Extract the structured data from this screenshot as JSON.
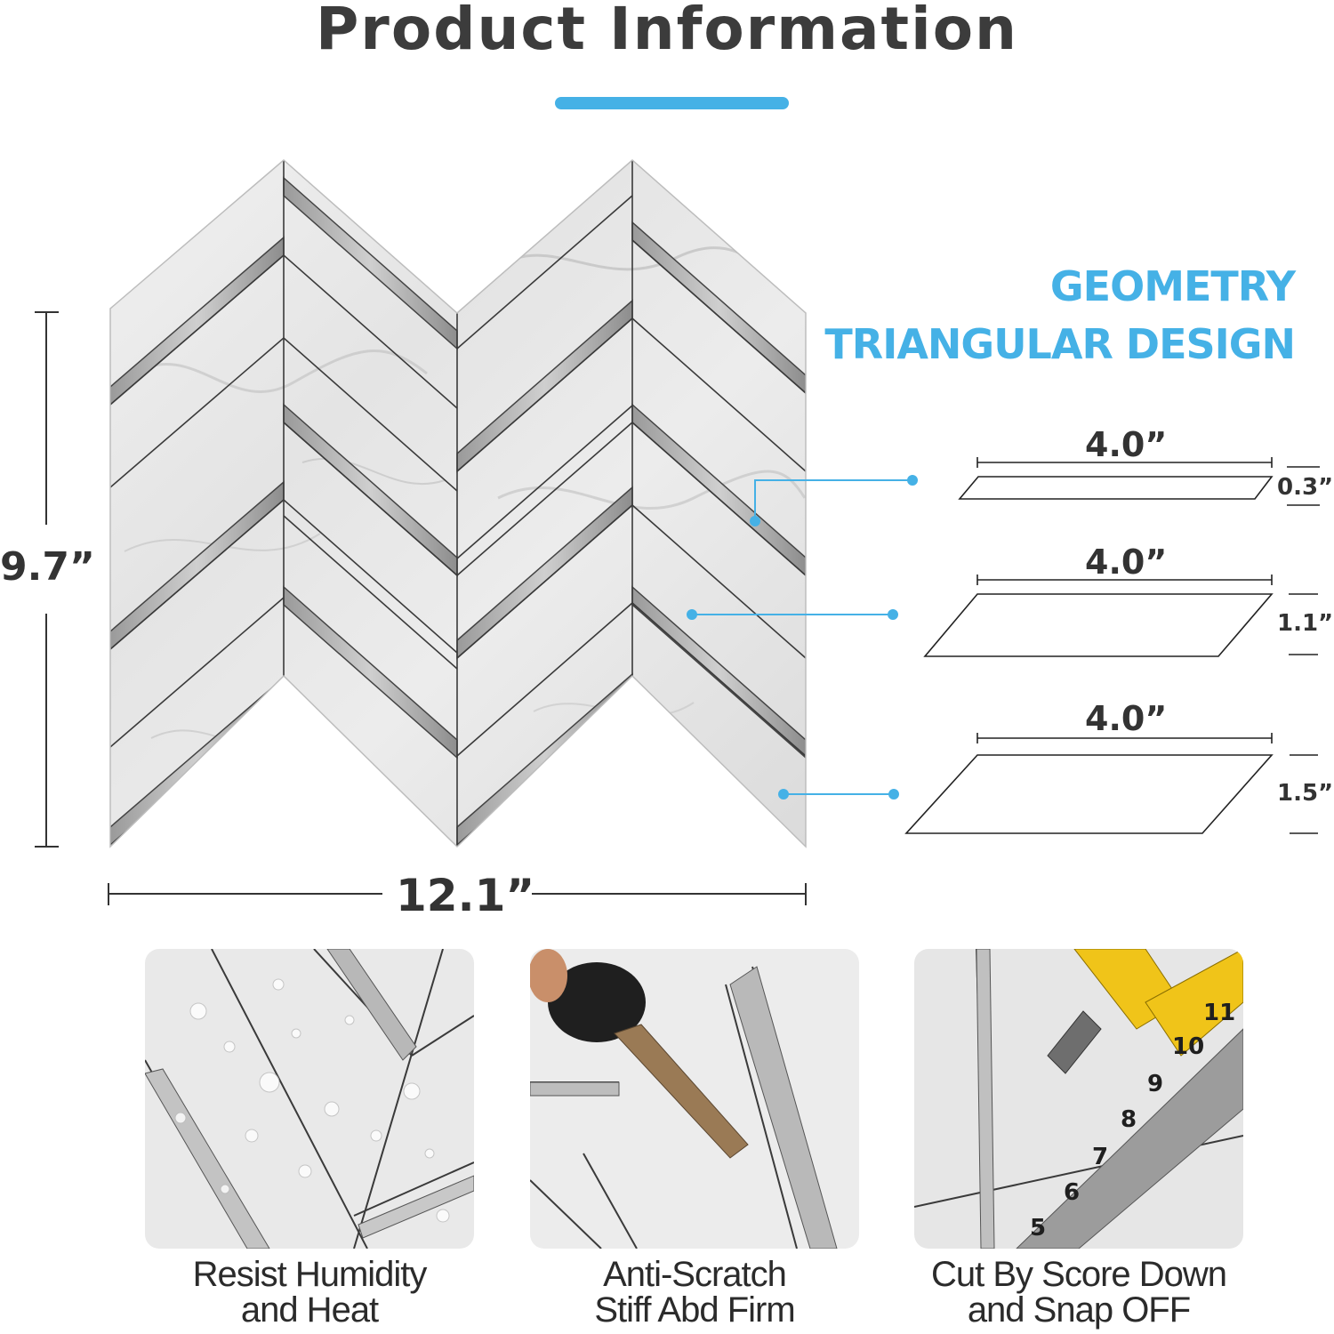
{
  "header": {
    "title": "Product Information",
    "accent_color": "#45b1e6"
  },
  "headline": {
    "line1": "GEOMETRY",
    "line2": "TRIANGULAR DESIGN"
  },
  "tile": {
    "height_label": "9.7”",
    "width_label": "12.1”"
  },
  "pieces": [
    {
      "length": "4.0”",
      "height": "0.3”"
    },
    {
      "length": "4.0”",
      "height": "1.1”"
    },
    {
      "length": "4.0”",
      "height": "1.5”"
    }
  ],
  "features": [
    {
      "line1": "Resist Humidity",
      "line2": "and Heat",
      "icon": "water-droplets-icon"
    },
    {
      "line1": "Anti-Scratch",
      "line2": "Stiff Abd Firm",
      "icon": "key-icon"
    },
    {
      "line1": "Cut By Score Down",
      "line2": "and Snap OFF",
      "icon": "utility-knife-icon"
    }
  ],
  "ruler_numbers": [
    "11",
    "10",
    "9",
    "8",
    "7",
    "6",
    "5"
  ]
}
